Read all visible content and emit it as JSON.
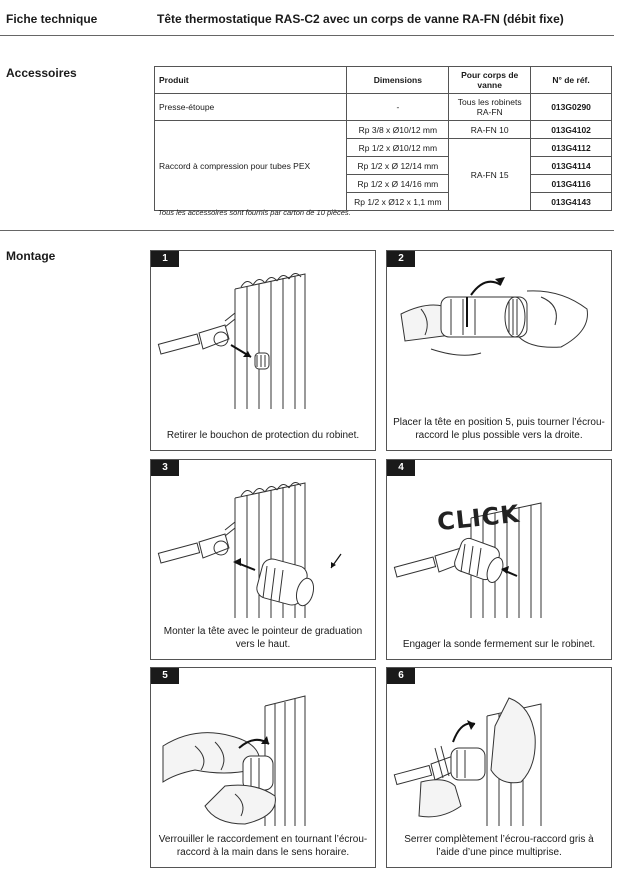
{
  "header": {
    "section": "Fiche technique",
    "title": "Tête thermostatique RAS-C2 avec un corps de vanne RA-FN (débit fixe)"
  },
  "accessories": {
    "heading": "Accessoires",
    "columns": {
      "product": "Produit",
      "dimensions": "Dimensions",
      "valve_body": "Pour corps de vanne",
      "ref": "N° de réf."
    },
    "row1": {
      "product": "Presse-étoupe",
      "dimensions": "-",
      "valve_body": "Tous les robinets RA-FN",
      "ref": "013G0290"
    },
    "group_product": "Raccord à compression pour tubes PEX",
    "row2": {
      "dimensions": "Rp 3/8 x Ø10/12 mm",
      "valve_body": "RA-FN 10",
      "ref": "013G4102"
    },
    "row3": {
      "dimensions": "Rp 1/2 x Ø10/12 mm",
      "ref": "013G4112"
    },
    "group_valve_body": "RA-FN 15",
    "row4": {
      "dimensions": "Rp 1/2 x Ø 12/14 mm",
      "ref": "013G4114"
    },
    "row5": {
      "dimensions": "Rp 1/2 x Ø 14/16 mm",
      "ref": "013G4116"
    },
    "row6": {
      "dimensions": "Rp 1/2 x Ø12 x 1,1 mm",
      "ref": "013G4143"
    },
    "note": "Tous les accessoires sont fournis par carton de 10 pièces."
  },
  "mounting": {
    "heading": "Montage",
    "steps": [
      {
        "number": "1",
        "caption": "Retirer le bouchon de protection du robinet."
      },
      {
        "number": "2",
        "caption": "Placer la tête en position 5, puis tourner l’écrou-raccord le plus possible vers la droite."
      },
      {
        "number": "3",
        "caption": "Monter la tête avec le pointeur de graduation vers le haut."
      },
      {
        "number": "4",
        "caption": "Engager la sonde fermement sur le robinet.",
        "sound_text": "CLICK"
      },
      {
        "number": "5",
        "caption": "Verrouiller le raccordement en tournant l’écrou-raccord à la main dans le sens horaire."
      },
      {
        "number": "6",
        "caption": "Serrer complètement l’écrou-raccord gris à l’aide d’une pince multiprise."
      }
    ]
  }
}
